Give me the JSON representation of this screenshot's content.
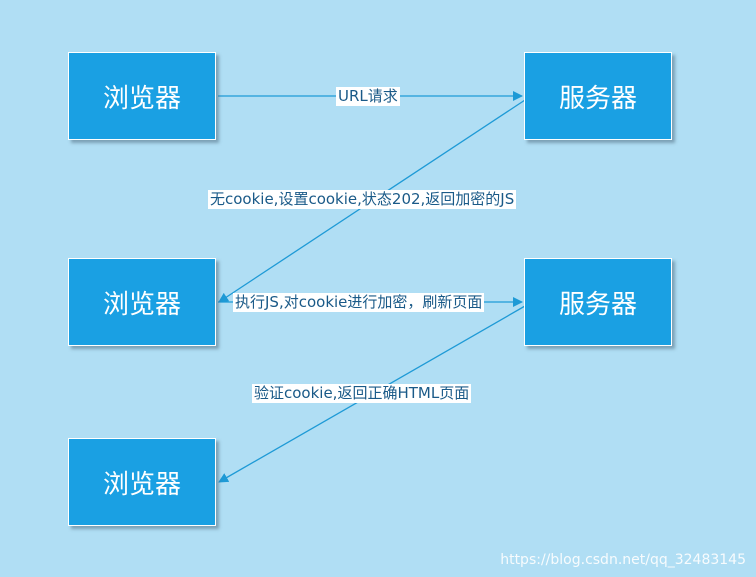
{
  "nodes": {
    "browser_1": "浏览器",
    "server_1": "服务器",
    "browser_2": "浏览器",
    "server_2": "服务器",
    "browser_3": "浏览器"
  },
  "edges": {
    "url_request": "URL请求",
    "no_cookie_response": "无cookie,设置cookie,状态202,返回加密的JS",
    "execute_js": "执行JS,对cookie进行加密，刷新页面",
    "verify_cookie": "验证cookie,返回正确HTML页面"
  },
  "watermark": "https://blog.csdn.net/qq_32483145",
  "colors": {
    "background": "#b0def4",
    "box_fill": "#1aa0e3",
    "arrow": "#1e9ad6",
    "label_text": "#1a5a88"
  }
}
